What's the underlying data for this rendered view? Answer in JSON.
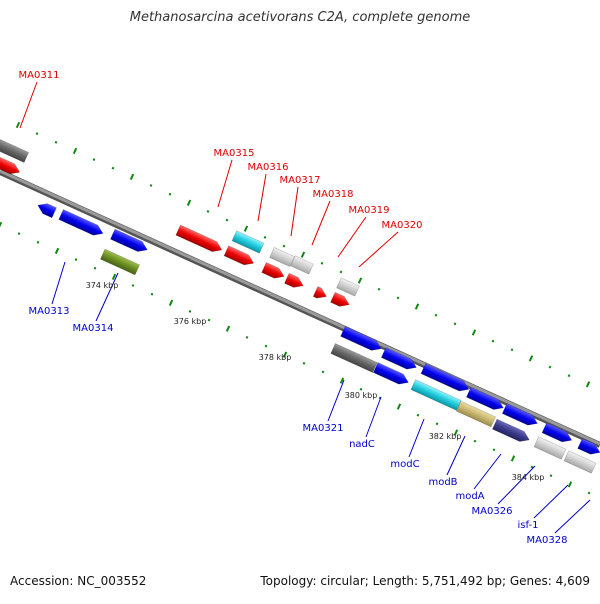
{
  "title": "Methanosarcina acetivorans C2A, complete genome",
  "footer": {
    "accession": "Accession: NC_003552",
    "topology": "Topology: circular; Length: 5,751,492 bp; Genes: 4,609"
  },
  "colors": {
    "red_label": "#dd0000",
    "blue_label": "#0000cc",
    "backbone": "#7a7a7a",
    "tick": "#118811",
    "gene_red": "#ee0000",
    "gene_blue": "#0000ee",
    "gene_gray": "#666666",
    "gene_lightgray": "#cfcfcf",
    "gene_cyan": "#22ccdd",
    "gene_olive": "#6b8e23",
    "gene_khaki": "#c8b870",
    "gene_navy": "#3a3a8a"
  },
  "kbp_labels": [
    "374 kbp",
    "376 kbp",
    "378 kbp",
    "380 kbp",
    "382 kbp",
    "384 kbp"
  ],
  "gene_labels_top": [
    "MA0311",
    "MA0315",
    "MA0316",
    "MA0317",
    "MA0318",
    "MA0319",
    "MA0320"
  ],
  "gene_labels_bottom": [
    "MA0313",
    "MA0314",
    "MA0321",
    "nadC",
    "modC",
    "modB",
    "modA",
    "MA0326",
    "isf-1",
    "MA0328"
  ]
}
